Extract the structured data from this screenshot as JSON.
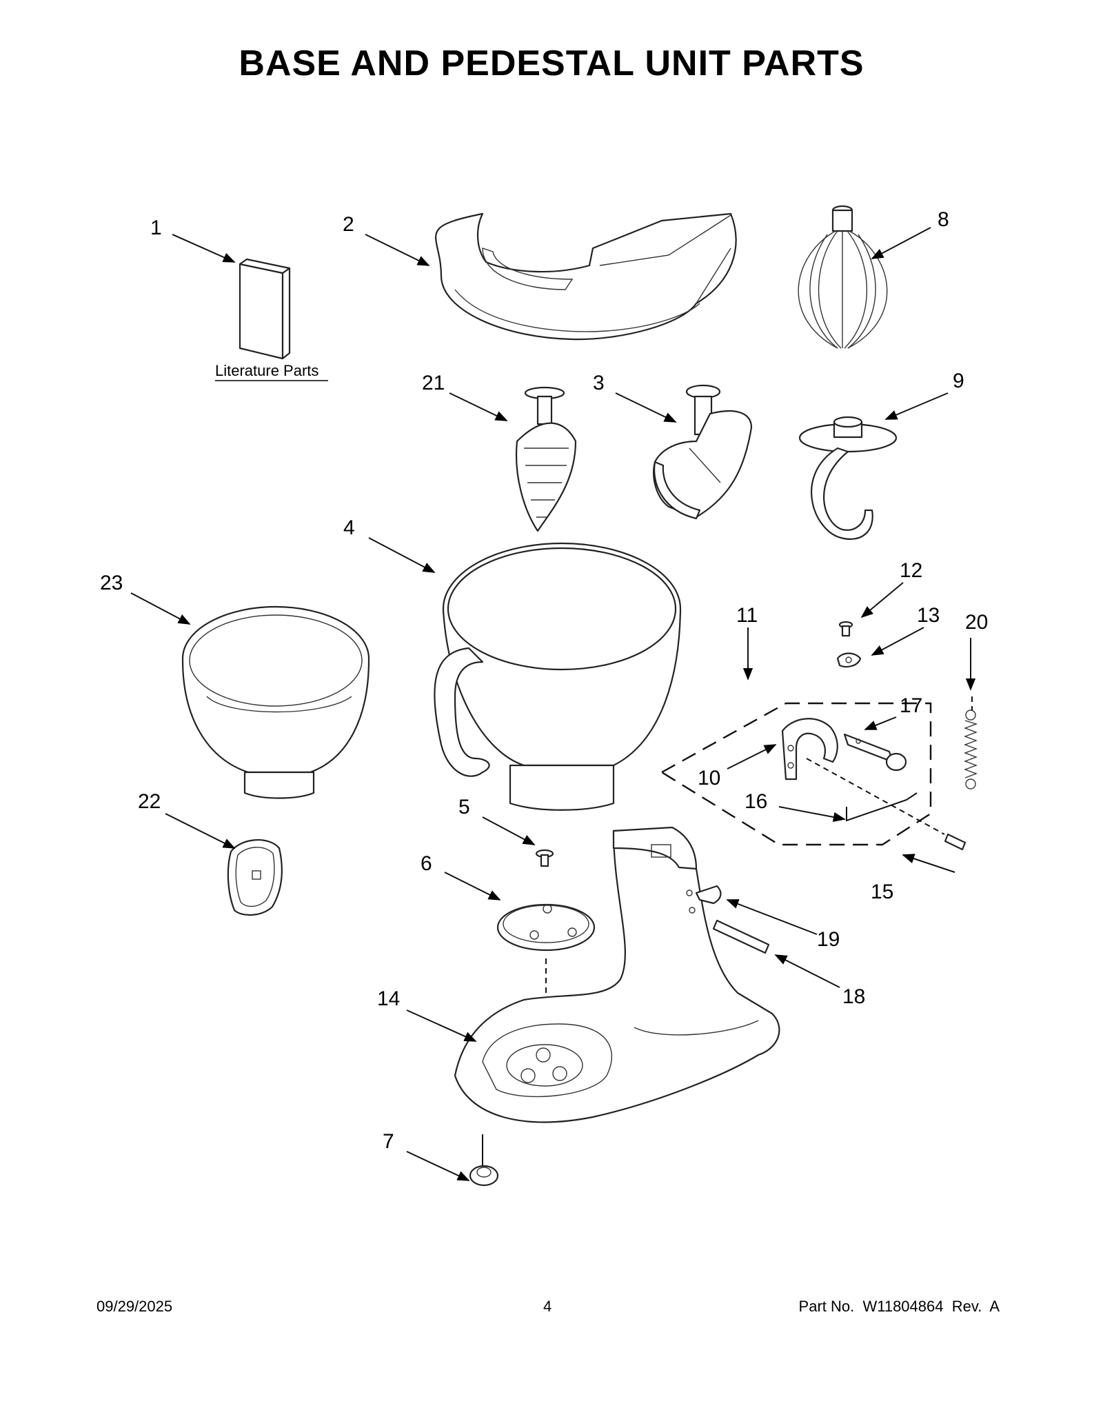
{
  "page": {
    "title": "BASE AND PEDESTAL UNIT PARTS",
    "literature_label": "Literature Parts",
    "footer": {
      "date": "09/29/2025",
      "page_number": "4",
      "part_number": "Part No.  W11804864  Rev.  A"
    }
  },
  "callouts": [
    "1",
    "2",
    "3",
    "4",
    "5",
    "6",
    "7",
    "8",
    "9",
    "10",
    "11",
    "12",
    "13",
    "14",
    "15",
    "16",
    "17",
    "18",
    "19",
    "20",
    "21",
    "22",
    "23"
  ]
}
